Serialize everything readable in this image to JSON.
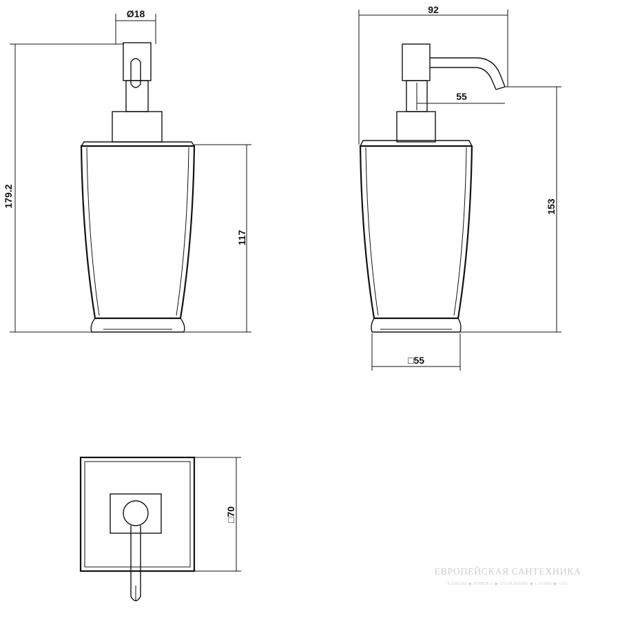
{
  "views": {
    "front": {
      "dimensions": {
        "nozzle_diameter": "Ø18",
        "total_height": "179.2",
        "body_height": "117"
      }
    },
    "side": {
      "dimensions": {
        "total_width": "92",
        "spout_reach": "55",
        "height": "153",
        "base_square": "□55"
      }
    },
    "top": {
      "dimensions": {
        "square": "□70"
      }
    }
  },
  "watermark": {
    "title": "ЕВРОПЕЙСКАЯ САНТЕХНИКА",
    "subtitle": "КАМЕНЬ ◆ ПЛИТКА ◆ ОТОПЛЕНИЕ ◆ САУНЫ ◆ СПА"
  }
}
